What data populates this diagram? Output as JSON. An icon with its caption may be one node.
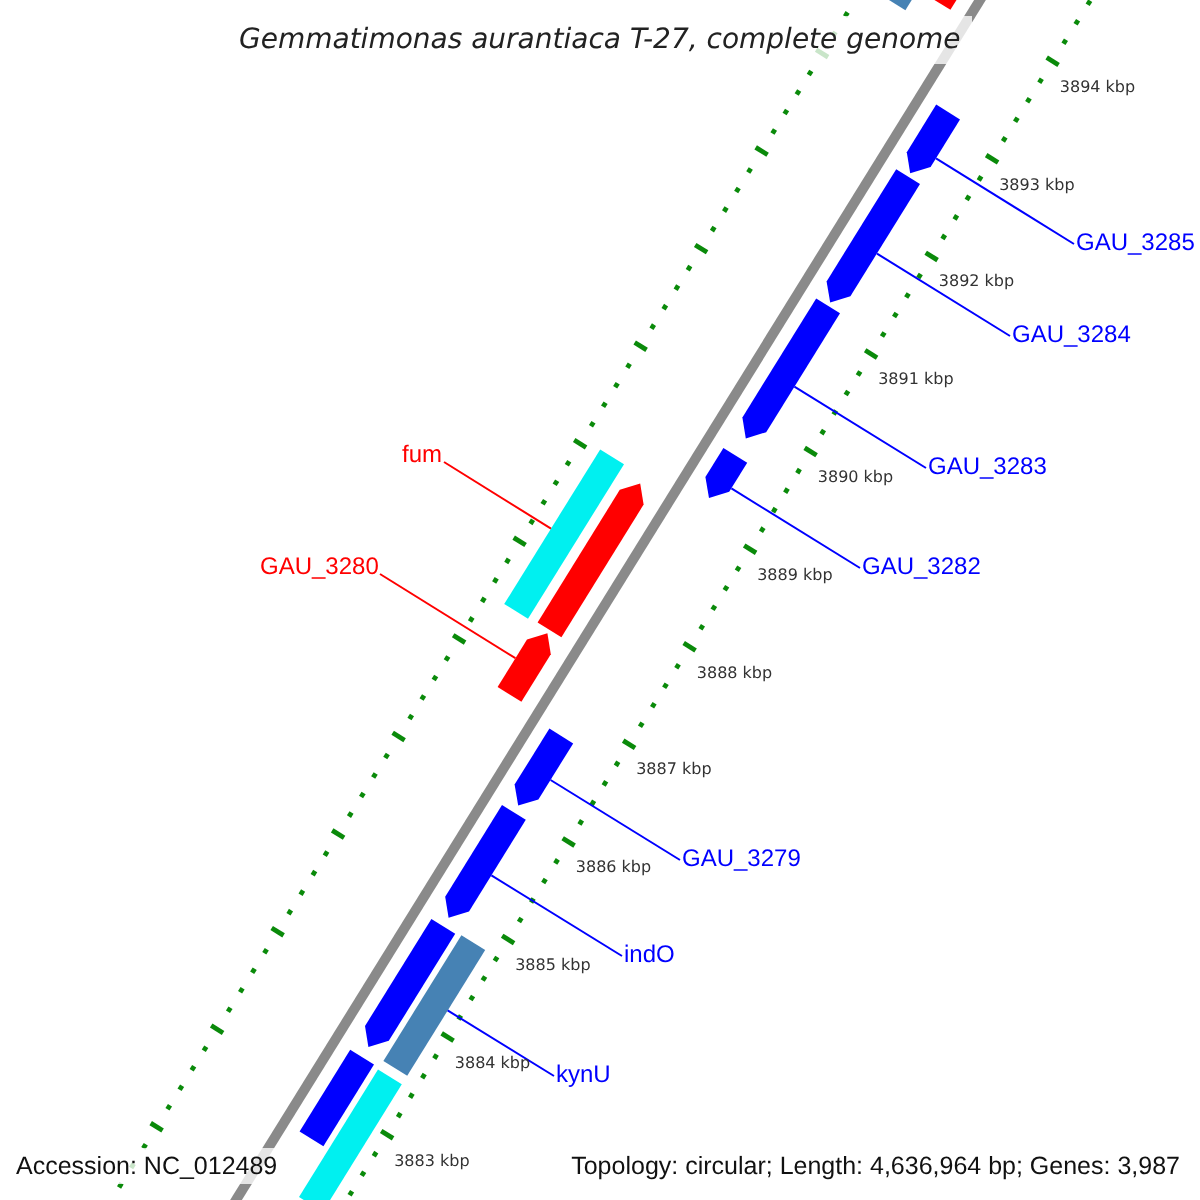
{
  "diagram": {
    "title": "Gemmatimonas aurantiaca T-27, complete genome",
    "nodes": [
      {
        "text": [
          "GAU_3285"
        ]
      },
      {
        "text": [
          "GAU_3284"
        ]
      },
      {
        "text": [
          "fum"
        ]
      },
      {
        "text": [
          "GAU_3283"
        ]
      },
      {
        "text": [
          "GAU_3280"
        ]
      },
      {
        "text": [
          "GAU_3282"
        ]
      },
      {
        "text": [
          "GAU_3279"
        ]
      },
      {
        "text": [
          "indO"
        ]
      },
      {
        "text": [
          "kynU"
        ]
      },
      {
        "text": [],
        "shape": "arrow"
      },
      {
        "text": [],
        "shape": "bar"
      },
      {
        "text": [],
        "shape": "arrow"
      },
      {
        "text": [],
        "shape": "arrow"
      },
      {
        "text": [],
        "shape": "arrow"
      },
      {
        "text": [],
        "shape": "arrow"
      },
      {
        "text": [],
        "shape": "bar"
      },
      {
        "text": [],
        "shape": "arrow"
      },
      {
        "text": [],
        "shape": "arrow"
      },
      {
        "text": [],
        "shape": "arrow"
      },
      {
        "text": [],
        "shape": "arrow"
      },
      {
        "text": [],
        "shape": "arrow"
      },
      {
        "text": [],
        "shape": "bar"
      },
      {
        "text": [],
        "shape": "bar"
      },
      {
        "text": [],
        "shape": "bar"
      }
    ],
    "edges": [
      {
        "from": 0,
        "to": 11,
        "arrow": "none"
      },
      {
        "from": 1,
        "to": 12,
        "arrow": "none"
      },
      {
        "from": 2,
        "to": 15,
        "arrow": "none",
        "color": "#ff0000"
      },
      {
        "from": 3,
        "to": 13,
        "arrow": "none"
      },
      {
        "from": 4,
        "to": 17,
        "arrow": "none",
        "color": "#ff0000"
      },
      {
        "from": 5,
        "to": 14,
        "arrow": "none"
      },
      {
        "from": 6,
        "to": 18,
        "arrow": "none"
      },
      {
        "from": 7,
        "to": 19,
        "arrow": "none"
      },
      {
        "from": 8,
        "to": 21,
        "arrow": "none"
      }
    ],
    "labels": [
      "3894 kbp",
      "3893 kbp",
      "3892 kbp",
      "3891 kbp",
      "3890 kbp",
      "3889 kbp",
      "3888 kbp",
      "3887 kbp",
      "3886 kbp",
      "3885 kbp",
      "3884 kbp",
      "3883 kbp",
      "Accession: NC_012489",
      "Topology: circular; Length: 4,636,964 bp; Genes: 3,987"
    ]
  }
}
